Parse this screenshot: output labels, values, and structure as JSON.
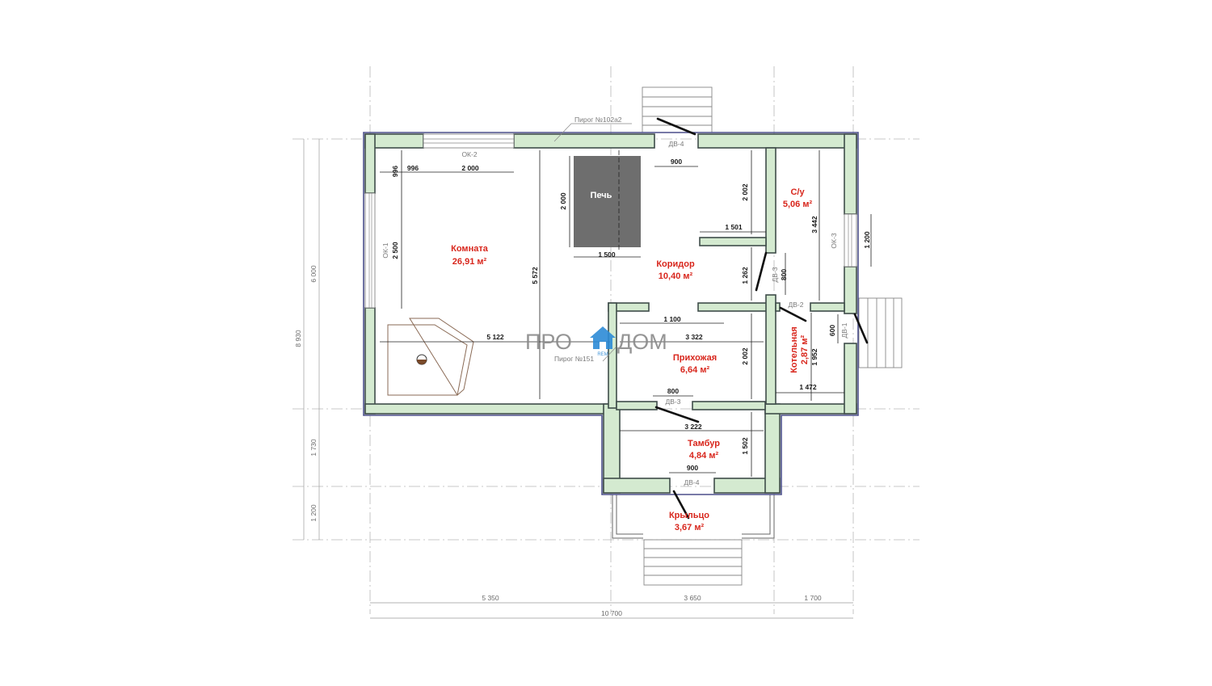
{
  "rooms": [
    {
      "name": "Комната",
      "area": "26,91 м²"
    },
    {
      "name": "Коридор",
      "area": "10,40 м²"
    },
    {
      "name": "С/у",
      "area": "5,06 м²"
    },
    {
      "name": "Прихожая",
      "area": "6,64 м²"
    },
    {
      "name": "Котельная",
      "area": "2,87 м²"
    },
    {
      "name": "Тамбур",
      "area": "4,84 м²"
    },
    {
      "name": "Крыльцо",
      "area": "3,67 м²"
    }
  ],
  "stove_label": "Печь",
  "openings": {
    "ok1": "ОК-1",
    "ok2": "ОК-2",
    "ok3": "ОК-3",
    "dv1": "ДВ-1",
    "dv2": "ДВ-2",
    "dv3": "ДВ-3",
    "dv4": "ДВ-4"
  },
  "pirog": {
    "wall_outer": "Пирог №102а2",
    "wall_inner": "Пирог №151"
  },
  "dims": {
    "d996a": "996",
    "d996b": "996",
    "d2000a": "2 000",
    "d2000b": "2 000",
    "d2500": "2 500",
    "d1500": "1 500",
    "d5572": "5 572",
    "d5122": "5 122",
    "d900a": "900",
    "d2002a": "2 002",
    "d1501": "1 501",
    "d3442": "3 442",
    "d1200": "1 200",
    "d1262": "1 262",
    "d800a": "800",
    "d1100": "1 100",
    "d3322": "3 322",
    "d600": "600",
    "d1952": "1 952",
    "d2002b": "2 002",
    "d1472": "1 472",
    "d800b": "800",
    "d3222": "3 222",
    "d1502": "1 502",
    "d900b": "900"
  },
  "overall": {
    "h6000": "6 000",
    "h8930": "8 930",
    "h1730": "1 730",
    "h1200": "1 200",
    "w5350": "5 350",
    "w3650": "3 650",
    "w1700": "1 700",
    "w10700": "10 700"
  },
  "logo": {
    "left": "ПРО",
    "right": "ДОМ",
    "small": "REM"
  },
  "colors": {
    "accent_red": "#d8261c",
    "wall_fill": "#d4ead0",
    "stove": "#6e6e6e",
    "logo_blue": "#2d8bd6"
  }
}
